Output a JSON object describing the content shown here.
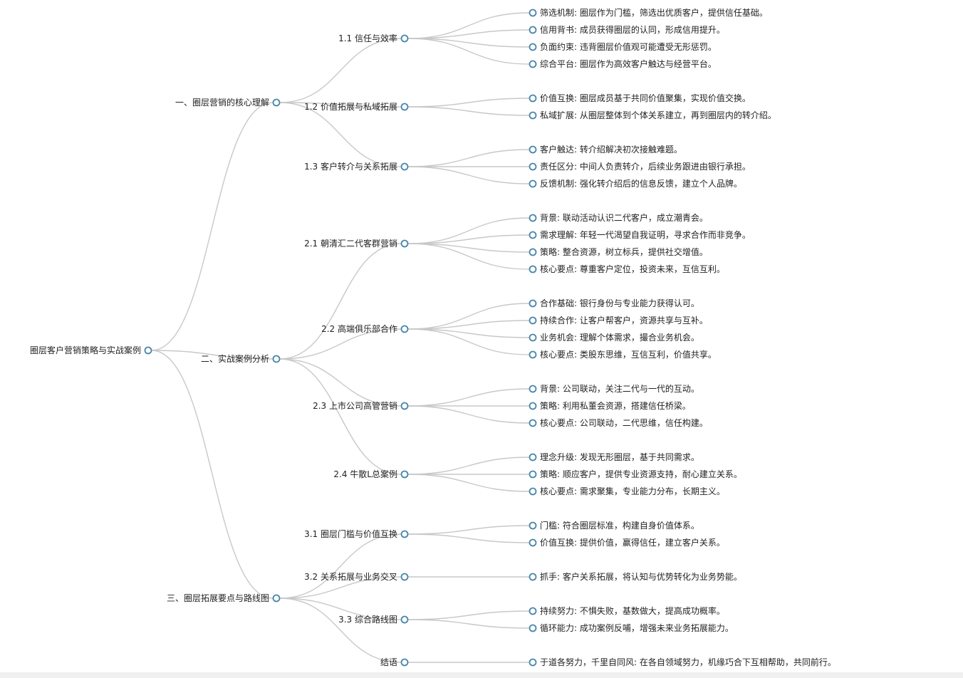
{
  "tree": {
    "label": "圈层客户营销策略与实战案例",
    "children": [
      {
        "label": "一、圈层营销的核心理解",
        "children": [
          {
            "label": "1.1 信任与效率",
            "children": [
              {
                "label": "筛选机制: 圈层作为门槛，筛选出优质客户，提供信任基础。"
              },
              {
                "label": "信用背书: 成员获得圈层的认同，形成信用提升。"
              },
              {
                "label": "负面约束: 违背圈层价值观可能遭受无形惩罚。"
              },
              {
                "label": "综合平台: 圈层作为高效客户触达与经营平台。"
              }
            ]
          },
          {
            "label": "1.2 价值拓展与私域拓展",
            "children": [
              {
                "label": "价值互换: 圈层成员基于共同价值聚集，实现价值交换。"
              },
              {
                "label": "私域扩展: 从圈层整体到个体关系建立，再到圈层内的转介绍。"
              }
            ]
          },
          {
            "label": "1.3 客户转介与关系拓展",
            "children": [
              {
                "label": "客户触达: 转介绍解决初次接触难题。"
              },
              {
                "label": "责任区分: 中间人负责转介，后续业务跟进由银行承担。"
              },
              {
                "label": "反馈机制: 强化转介绍后的信息反馈，建立个人品牌。"
              }
            ]
          }
        ]
      },
      {
        "label": "二、实战案例分析",
        "children": [
          {
            "label": "2.1 朝清汇二代客群营销",
            "children": [
              {
                "label": "背景: 联动活动认识二代客户，成立潮青会。"
              },
              {
                "label": "需求理解: 年轻一代渴望自我证明，寻求合作而非竞争。"
              },
              {
                "label": "策略: 整合资源，树立标兵，提供社交增值。"
              },
              {
                "label": "核心要点: 尊重客户定位，投资未来，互信互利。"
              }
            ]
          },
          {
            "label": "2.2 高端俱乐部合作",
            "children": [
              {
                "label": "合作基础: 银行身份与专业能力获得认可。"
              },
              {
                "label": "持续合作: 让客户帮客户，资源共享与互补。"
              },
              {
                "label": "业务机会: 理解个体需求，撮合业务机会。"
              },
              {
                "label": "核心要点: 类股东思维，互信互利，价值共享。"
              }
            ]
          },
          {
            "label": "2.3 上市公司高管营销",
            "children": [
              {
                "label": "背景: 公司联动，关注二代与一代的互动。"
              },
              {
                "label": "策略: 利用私董会资源，搭建信任桥梁。"
              },
              {
                "label": "核心要点: 公司联动，二代思维，信任构建。"
              }
            ]
          },
          {
            "label": "2.4 牛散L总案例",
            "children": [
              {
                "label": "理念升级: 发现无形圈层，基于共同需求。"
              },
              {
                "label": "策略: 顺应客户，提供专业资源支持，耐心建立关系。"
              },
              {
                "label": "核心要点: 需求聚集，专业能力分布，长期主义。"
              }
            ]
          }
        ]
      },
      {
        "label": "三、圈层拓展要点与路线图",
        "children": [
          {
            "label": "3.1 圈层门槛与价值互换",
            "children": [
              {
                "label": "门槛: 符合圈层标准，构建自身价值体系。"
              },
              {
                "label": "价值互换: 提供价值，赢得信任，建立客户关系。"
              }
            ]
          },
          {
            "label": "3.2 关系拓展与业务交叉",
            "children": [
              {
                "label": "抓手: 客户关系拓展，将认知与优势转化为业务势能。"
              }
            ]
          },
          {
            "label": "3.3 综合路线图",
            "children": [
              {
                "label": "持续努力: 不惧失败，基数做大，提高成功概率。"
              },
              {
                "label": "循环能力: 成功案例反哺，增强未来业务拓展能力。"
              }
            ]
          },
          {
            "label": "结语",
            "children": [
              {
                "label": "于道各努力，千里自同风: 在各自领域努力，机缘巧合下互相帮助，共同前行。"
              }
            ]
          }
        ]
      }
    ]
  },
  "style": {
    "node_stroke": "#4a86a8",
    "link_color": "#c8c8c8",
    "text_color": "#222222",
    "background": "#ffffff"
  }
}
